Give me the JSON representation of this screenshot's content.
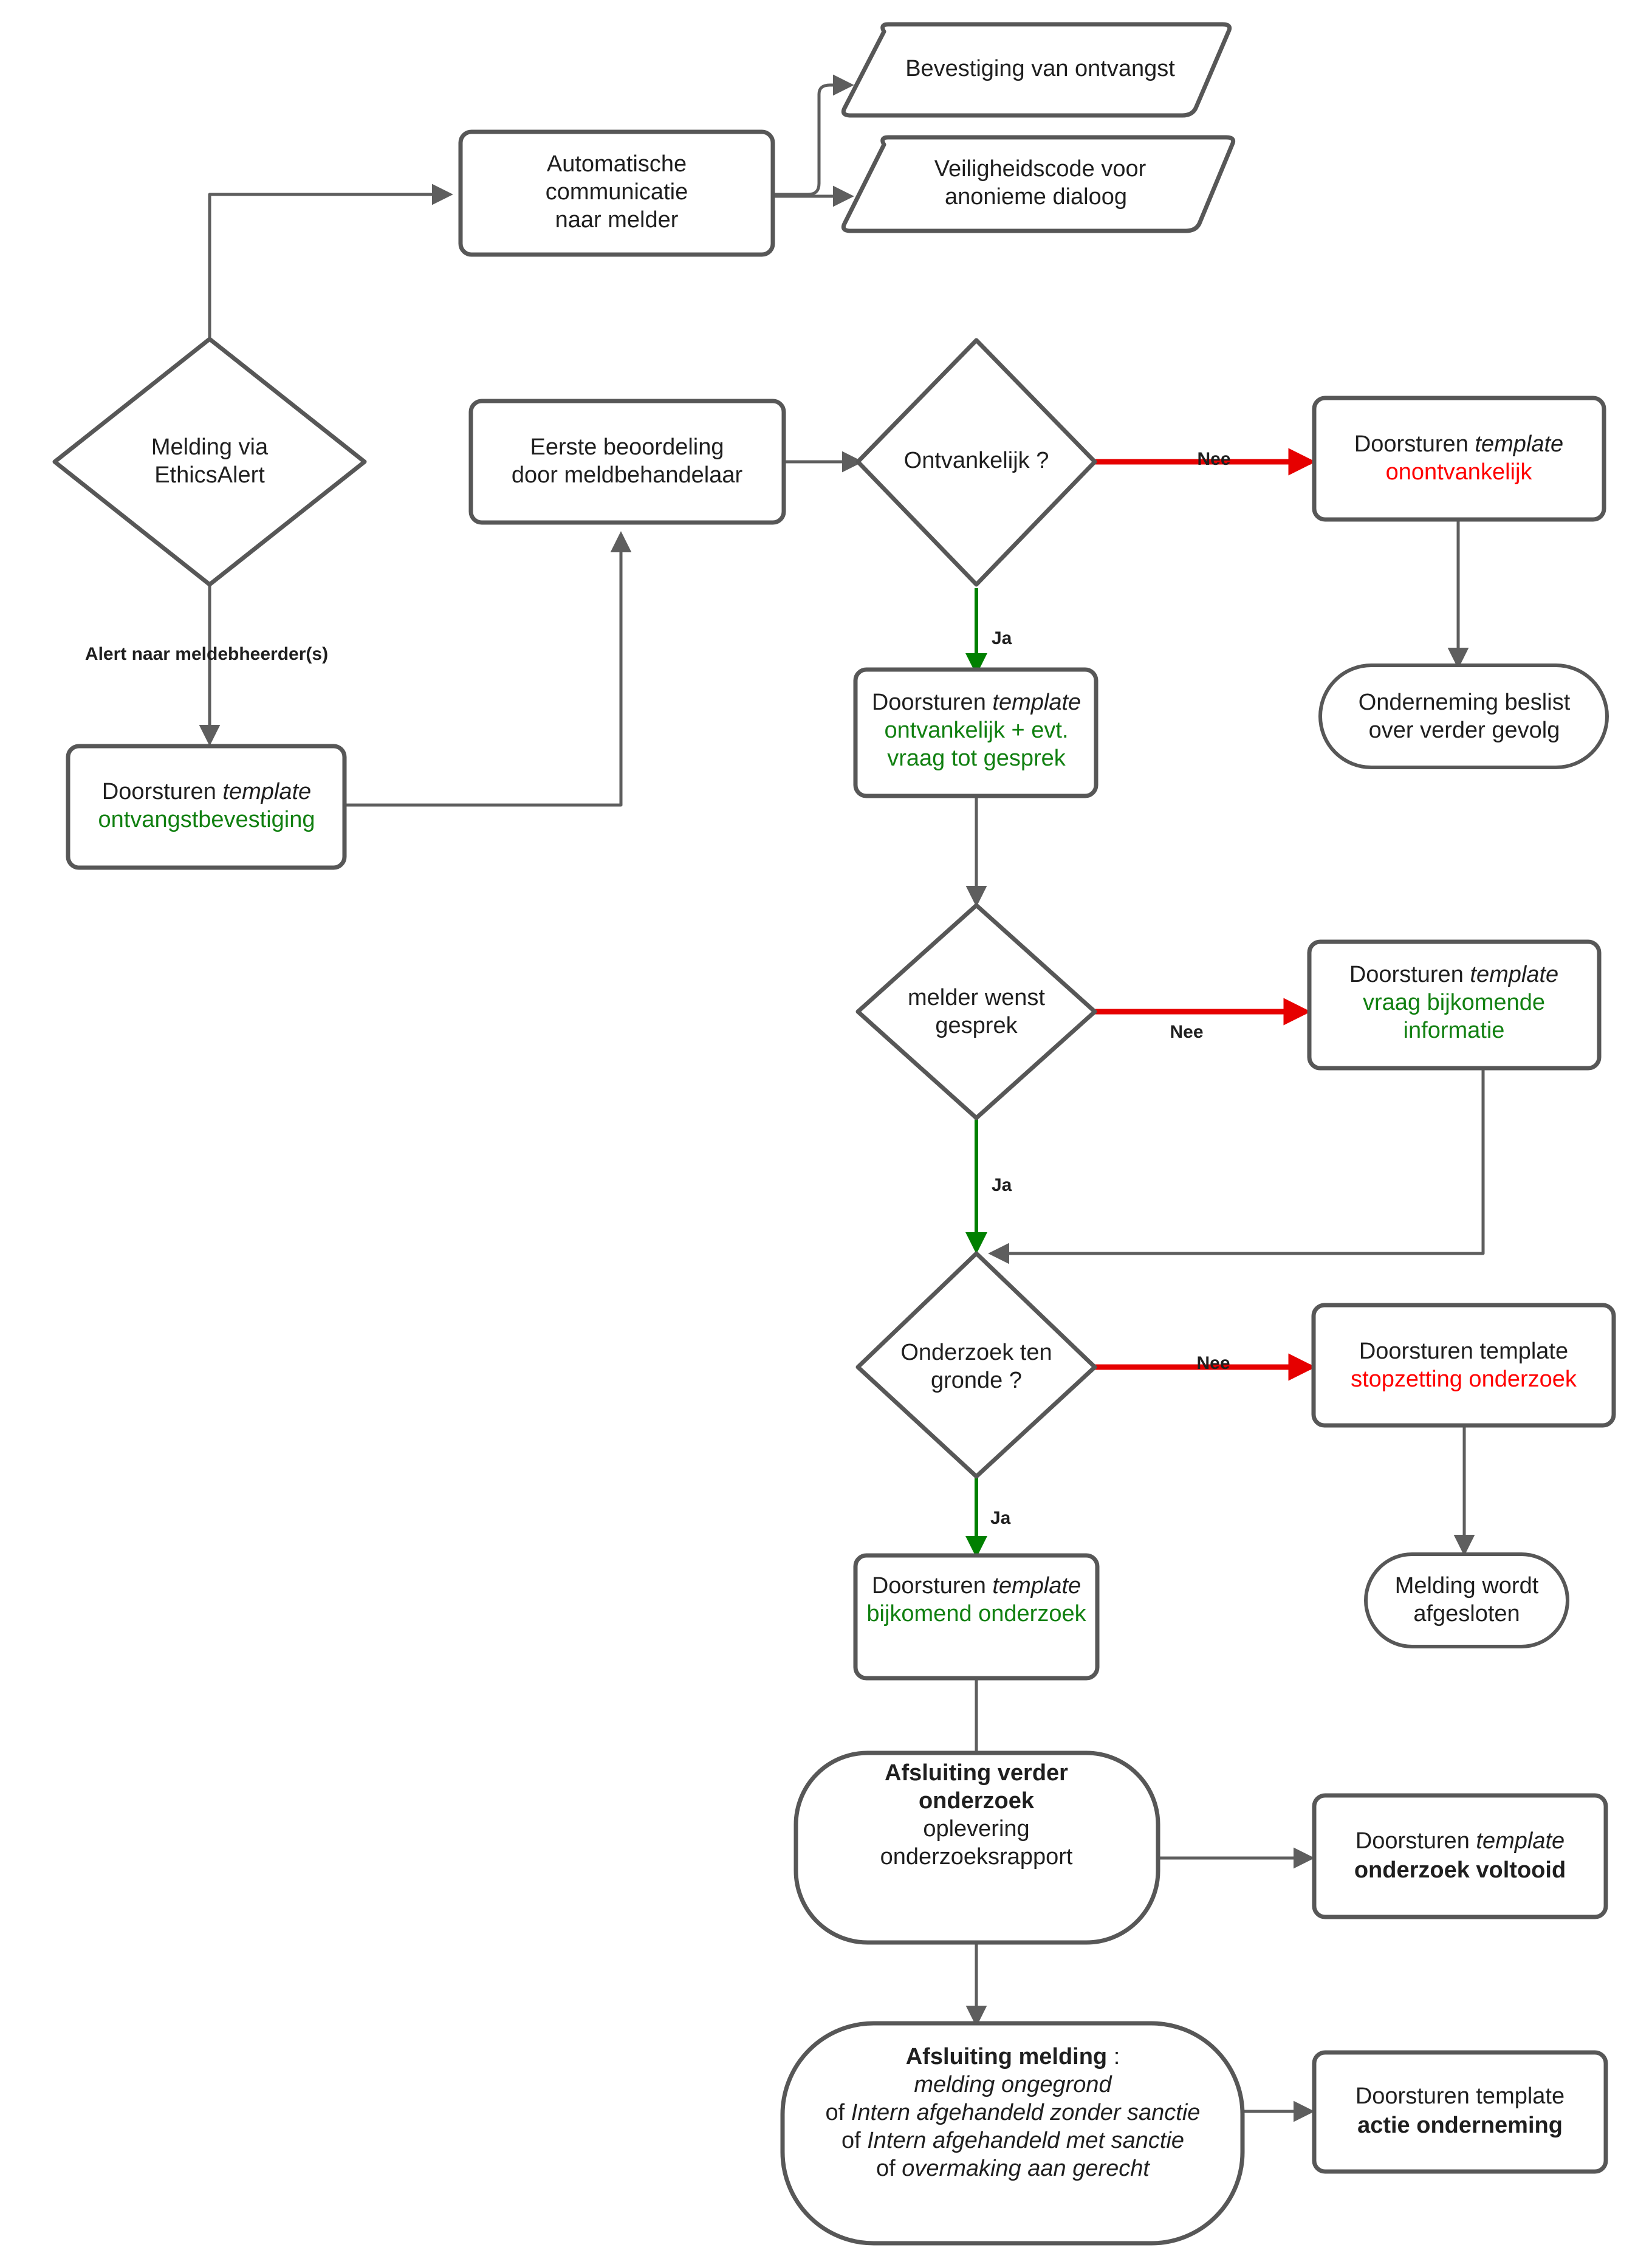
{
  "diagram": {
    "title": "Meldingsproces EthicsAlert flowchart",
    "colors": {
      "stroke": "#575757",
      "connector": "#5e5e5e",
      "green": "#118011",
      "red": "#ff0000",
      "arrow_red": "#e60000",
      "arrow_green": "#008000",
      "text": "#1f1f1f",
      "background": "#ffffff"
    }
  },
  "nodes": {
    "auto_comm": {
      "shape": "rectangle",
      "lines": [
        "Automatische",
        "communicatie",
        "naar melder"
      ]
    },
    "bevestiging": {
      "shape": "parallelogram",
      "lines": [
        "Bevestiging van ontvangst"
      ]
    },
    "veiligheidscode": {
      "shape": "parallelogram",
      "lines": [
        "Veiligheidscode voor",
        "anonieme dialoog"
      ]
    },
    "melding_via": {
      "shape": "diamond",
      "lines": [
        "Melding via",
        "EthicsAlert"
      ]
    },
    "ontvangstbevestiging": {
      "shape": "rectangle",
      "line1": "Doorsturen ",
      "line1_italic": "template",
      "line2": "ontvangstbevestiging"
    },
    "eerste_beoordeling": {
      "shape": "rectangle",
      "lines": [
        "Eerste beoordeling",
        "door meldbehandelaar"
      ]
    },
    "ontvankelijk": {
      "shape": "diamond",
      "lines": [
        "Ontvankelijk ?"
      ]
    },
    "tpl_onontvankelijk": {
      "shape": "rectangle",
      "line1": "Doorsturen ",
      "line1_italic": "template",
      "line2": "onontvankelijk"
    },
    "onderneming_beslist": {
      "shape": "pill",
      "lines": [
        "Onderneming beslist",
        "over verder gevolg"
      ]
    },
    "tpl_ontvankelijk": {
      "shape": "rectangle",
      "line1": "Doorsturen ",
      "line1_italic": "template",
      "line2": "ontvankelijk + evt.",
      "line3": "vraag tot gesprek"
    },
    "melder_wenst": {
      "shape": "diamond",
      "lines": [
        "melder wenst",
        "gesprek"
      ]
    },
    "tpl_bijkomende_info": {
      "shape": "rectangle",
      "line1": "Doorsturen ",
      "line1_italic": "template",
      "line2": "vraag bijkomende",
      "line3": "informatie"
    },
    "onderzoek_ten_gronde": {
      "shape": "diamond",
      "lines": [
        "Onderzoek ten",
        "gronde ?"
      ]
    },
    "tpl_stopzetting": {
      "shape": "rectangle",
      "line1": "Doorsturen template",
      "line2": "stopzetting onderzoek"
    },
    "melding_afgesloten": {
      "shape": "pill",
      "lines": [
        "Melding wordt",
        "afgesloten"
      ]
    },
    "tpl_bijkomend_onderzoek": {
      "shape": "rectangle",
      "line1": "Doorsturen ",
      "line1_italic": "template",
      "line2": "bijkomend onderzoek"
    },
    "afsluiting_verder_onderzoek": {
      "shape": "rounded-oval",
      "line1": "Afsluiting verder",
      "line2": "onderzoek",
      "line3": "oplevering",
      "line4": "onderzoeksrapport"
    },
    "tpl_onderzoek_voltooid": {
      "shape": "rectangle",
      "line1": "Doorsturen ",
      "line1_italic": "template",
      "line2": "onderzoek voltooid"
    },
    "afsluiting_melding": {
      "shape": "rounded-oval",
      "line1": "Afsluiting melding",
      "line1_suffix": " :",
      "line2": "melding ongegrond",
      "line3_prefix": "of ",
      "line3": "Intern afgehandeld zonder sanctie",
      "line4_prefix": "of ",
      "line4": "Intern afgehandeld met sanctie",
      "line5_prefix": "of ",
      "line5": "overmaking aan gerecht"
    },
    "tpl_actie_onderneming": {
      "shape": "rectangle",
      "line1": "Doorsturen template",
      "line2": "actie onderneming"
    }
  },
  "edge_labels": {
    "alert_naar_meldebheerders": "Alert naar meldebheerder(s)",
    "ontvankelijk_nee": "Nee",
    "ontvankelijk_ja": "Ja",
    "melder_wenst_nee": "Nee",
    "melder_wenst_ja": "Ja",
    "onderzoek_nee": "Nee",
    "onderzoek_ja": "Ja"
  }
}
